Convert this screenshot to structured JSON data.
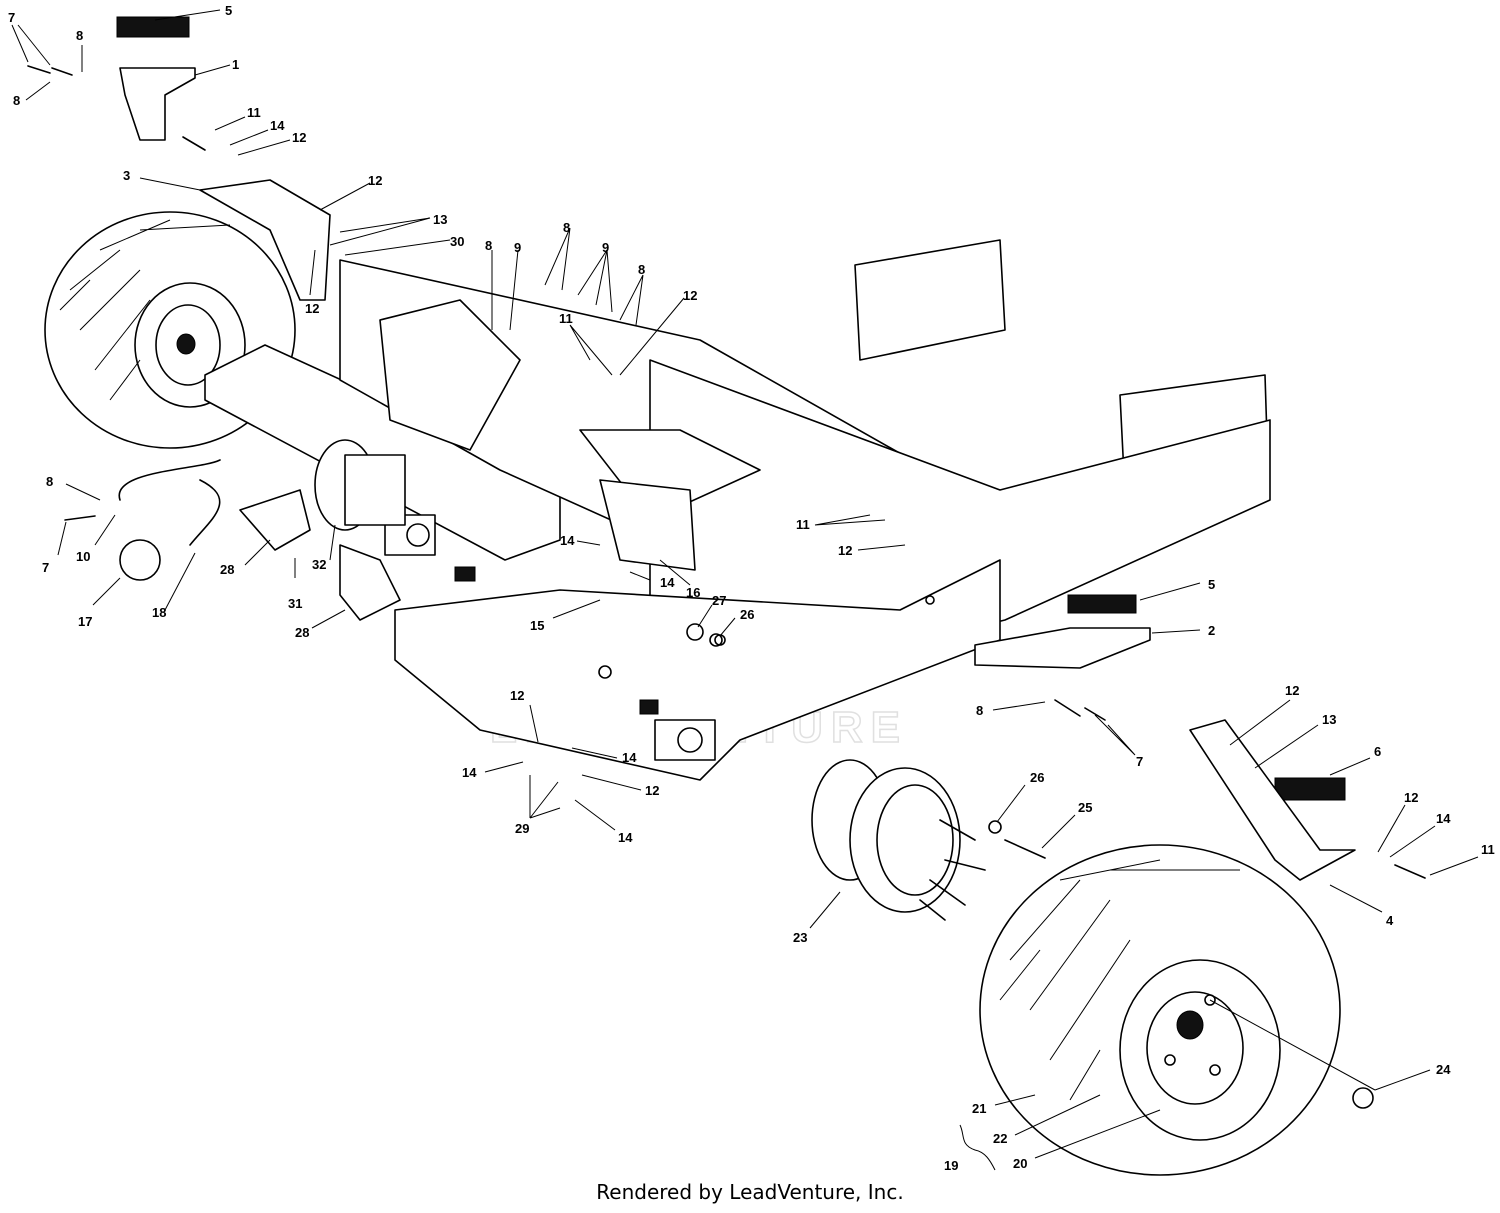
{
  "footer": {
    "text": "Rendered by LeadVenture, Inc."
  },
  "watermark": {
    "text": "LEADVENTURE"
  },
  "callouts": [
    "7",
    "8",
    "8",
    "5",
    "1",
    "11",
    "14",
    "12",
    "3",
    "12",
    "13",
    "30",
    "12",
    "8",
    "9",
    "8",
    "9",
    "8",
    "12",
    "11",
    "11",
    "12",
    "14",
    "14",
    "16",
    "15",
    "8",
    "7",
    "10",
    "17",
    "18",
    "28",
    "31",
    "32",
    "28",
    "27",
    "26",
    "5",
    "2",
    "8",
    "7",
    "12",
    "13",
    "6",
    "12",
    "14",
    "11",
    "4",
    "12",
    "14",
    "14",
    "12",
    "14",
    "29",
    "26",
    "25",
    "23",
    "24",
    "21",
    "22",
    "19",
    "20"
  ]
}
